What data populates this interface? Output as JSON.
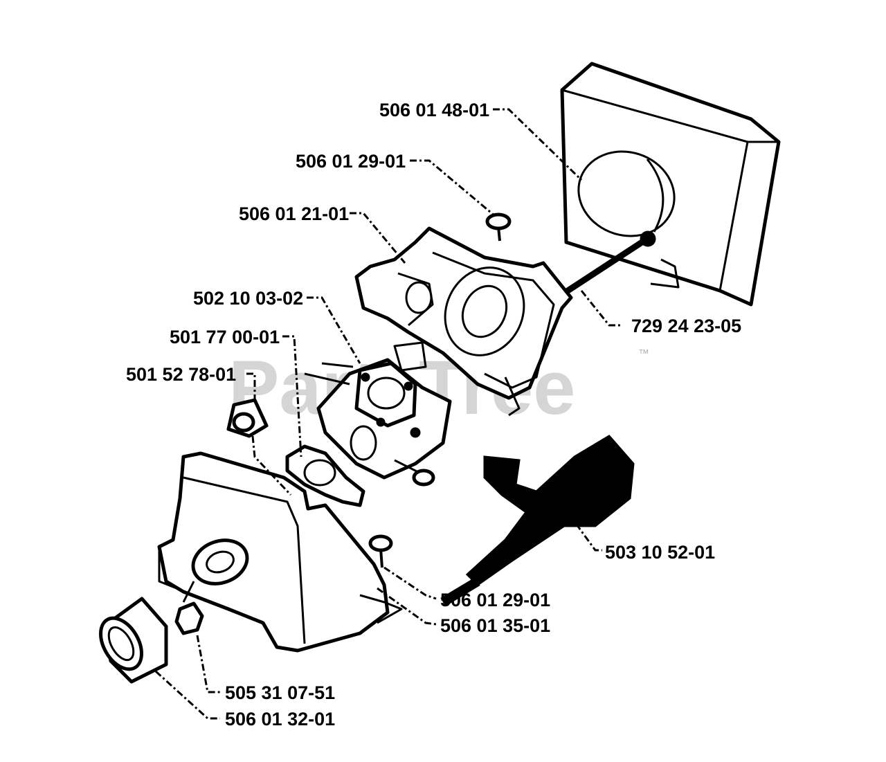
{
  "watermark": {
    "text": "PartsTree",
    "trademark": "™"
  },
  "parts": {
    "air_filter": "506 01 48-01",
    "screw_top": "506 01 29-01",
    "filter_holder": "506 01 21-01",
    "carburetor": "502 10 03-02",
    "gasket": "501 77 00-01",
    "grommet": "501 52 78-01",
    "long_screw": "729 24 23-05",
    "throttle_rod": "503 10 52-01",
    "screw_bottom": "506 01 29-01",
    "bracket": "506 01 35-01",
    "nut": "505 31 07-51",
    "bushing": "506 01 32-01"
  }
}
